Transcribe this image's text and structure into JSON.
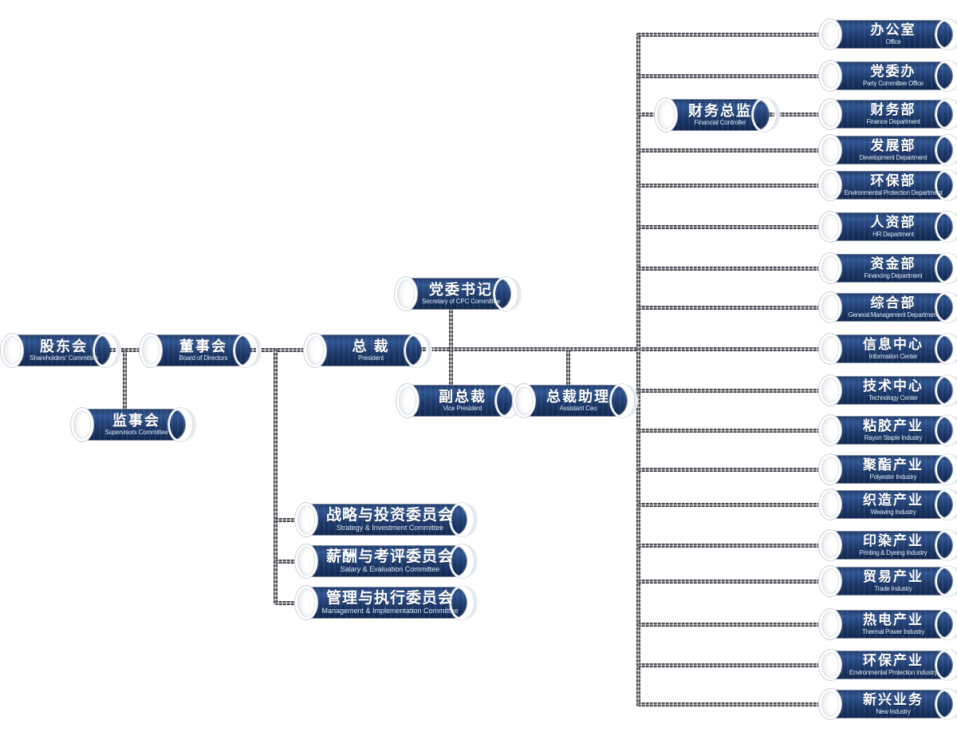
{
  "diagram_title": "",
  "colors": {
    "capsule_top": "#2f5490",
    "capsule_bottom": "#112850",
    "chain": "#2f3136",
    "label_zh": "#ffffff",
    "label_en": "#dce8f6",
    "background": "#ffffff"
  },
  "nodes": {
    "shareholders": {
      "zh": "股东会",
      "en": "Shareholders' Committee"
    },
    "board": {
      "zh": "董事会",
      "en": "Board of Directors"
    },
    "supervisors": {
      "zh": "监事会",
      "en": "Supervisors Committee"
    },
    "president": {
      "zh": "总 裁",
      "en": "President"
    },
    "cpc_secretary": {
      "zh": "党委书记",
      "en": "Secretary of CPC Committee"
    },
    "vice_president": {
      "zh": "副总裁",
      "en": "Vice President"
    },
    "assistant_ceo": {
      "zh": "总裁助理",
      "en": "Assistant Ceo"
    },
    "financial_controller": {
      "zh": "财务总监",
      "en": "Financial Controller"
    },
    "strategy_committee": {
      "zh": "战略与投资委员会",
      "en": "Strategy & Investment Committee"
    },
    "salary_committee": {
      "zh": "薪酬与考评委员会",
      "en": "Salary & Evaluation Committee"
    },
    "management_committee": {
      "zh": "管理与执行委员会",
      "en": "Management & Implementation Committee"
    },
    "office": {
      "zh": "办公室",
      "en": "Office"
    },
    "party_office": {
      "zh": "党委办",
      "en": "Party Committee Office"
    },
    "finance_dept": {
      "zh": "财务部",
      "en": "Finance Department"
    },
    "development_dept": {
      "zh": "发展部",
      "en": "Development Department"
    },
    "env_protection_dept": {
      "zh": "环保部",
      "en": "Environmental Protection Department"
    },
    "hr_dept": {
      "zh": "人资部",
      "en": "HR Department"
    },
    "financing_dept": {
      "zh": "资金部",
      "en": "Financing Department"
    },
    "general_mgmt_dept": {
      "zh": "综合部",
      "en": "General Management Department"
    },
    "info_center": {
      "zh": "信息中心",
      "en": "Information Center"
    },
    "tech_center": {
      "zh": "技术中心",
      "en": "Technology Center"
    },
    "rayon_industry": {
      "zh": "粘胶产业",
      "en": "Rayon Staple Industry"
    },
    "polyester_industry": {
      "zh": "聚酯产业",
      "en": "Polyester Industry"
    },
    "weaving_industry": {
      "zh": "织造产业",
      "en": "Weaving Industry"
    },
    "printing_dyeing_industry": {
      "zh": "印染产业",
      "en": "Printing & Dyeing Industry"
    },
    "trade_industry": {
      "zh": "贸易产业",
      "en": "Trade Industry"
    },
    "thermal_power_industry": {
      "zh": "热电产业",
      "en": "Thermal Power Industry"
    },
    "env_protection_industry": {
      "zh": "环保产业",
      "en": "Environmental Protection Industry"
    },
    "new_industry": {
      "zh": "新兴业务",
      "en": "New Industry"
    }
  }
}
